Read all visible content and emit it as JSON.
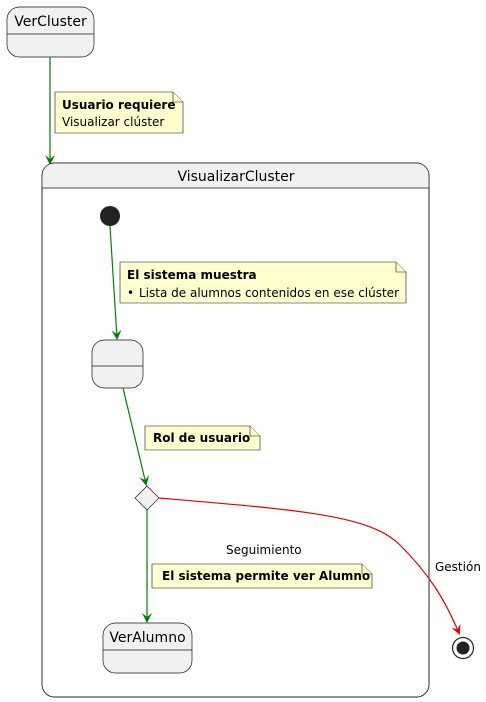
{
  "diagram": {
    "states": {
      "ver_cluster": "VerCluster",
      "visualizar_cluster": "VisualizarCluster",
      "ver_alumno": "VerAlumno",
      "unnamed_state": ""
    },
    "notes": {
      "usuario_requiere": {
        "title": "Usuario requiere",
        "body": "Visualizar clúster"
      },
      "sistema_muestra": {
        "title": "El sistema muestra",
        "bullet": "•",
        "body": "Lista de alumnos contenidos en ese clúster"
      },
      "rol_usuario": {
        "title": "Rol de usuario"
      },
      "sistema_permite": {
        "title": "El sistema permite ver Alumno"
      }
    },
    "transitions": {
      "seguimiento": "Seguimiento",
      "gestion": "Gestión"
    },
    "colors": {
      "state_fill": "#f1f1f1",
      "state_border": "#181818",
      "note_fill": "#fefece",
      "edge_green": "#008000",
      "edge_red": "#e60000",
      "node_black": "#222222"
    }
  }
}
